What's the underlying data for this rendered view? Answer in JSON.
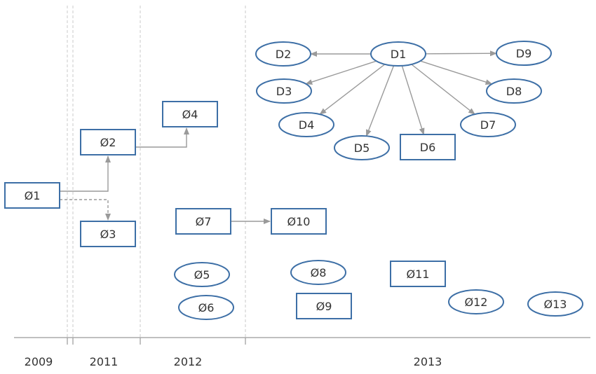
{
  "nodes": [
    {
      "id": "o1",
      "label": "Ø1",
      "shape": "rect"
    },
    {
      "id": "o2",
      "label": "Ø2",
      "shape": "rect"
    },
    {
      "id": "o3",
      "label": "Ø3",
      "shape": "rect"
    },
    {
      "id": "o4",
      "label": "Ø4",
      "shape": "rect"
    },
    {
      "id": "o5",
      "label": "Ø5",
      "shape": "ellipse"
    },
    {
      "id": "o6",
      "label": "Ø6",
      "shape": "ellipse"
    },
    {
      "id": "o7",
      "label": "Ø7",
      "shape": "rect"
    },
    {
      "id": "o8",
      "label": "Ø8",
      "shape": "ellipse"
    },
    {
      "id": "o9",
      "label": "Ø9",
      "shape": "rect"
    },
    {
      "id": "o10",
      "label": "Ø10",
      "shape": "rect"
    },
    {
      "id": "o11",
      "label": "Ø11",
      "shape": "rect"
    },
    {
      "id": "o12",
      "label": "Ø12",
      "shape": "ellipse"
    },
    {
      "id": "o13",
      "label": "Ø13",
      "shape": "ellipse"
    },
    {
      "id": "d1",
      "label": "D1",
      "shape": "ellipse"
    },
    {
      "id": "d2",
      "label": "D2",
      "shape": "ellipse"
    },
    {
      "id": "d3",
      "label": "D3",
      "shape": "ellipse"
    },
    {
      "id": "d4",
      "label": "D4",
      "shape": "ellipse"
    },
    {
      "id": "d5",
      "label": "D5",
      "shape": "ellipse"
    },
    {
      "id": "d6",
      "label": "D6",
      "shape": "rect"
    },
    {
      "id": "d7",
      "label": "D7",
      "shape": "ellipse"
    },
    {
      "id": "d8",
      "label": "D8",
      "shape": "ellipse"
    },
    {
      "id": "d9",
      "label": "D9",
      "shape": "ellipse"
    }
  ],
  "edges": [
    {
      "from": "o1",
      "to": "o2",
      "style": "solid"
    },
    {
      "from": "o1",
      "to": "o3",
      "style": "dashed"
    },
    {
      "from": "o2",
      "to": "o4",
      "style": "solid"
    },
    {
      "from": "o7",
      "to": "o10",
      "style": "solid"
    },
    {
      "from": "d1",
      "to": "d2",
      "style": "solid"
    },
    {
      "from": "d1",
      "to": "d3",
      "style": "solid"
    },
    {
      "from": "d1",
      "to": "d4",
      "style": "solid"
    },
    {
      "from": "d1",
      "to": "d5",
      "style": "solid"
    },
    {
      "from": "d1",
      "to": "d6",
      "style": "solid"
    },
    {
      "from": "d1",
      "to": "d7",
      "style": "solid"
    },
    {
      "from": "d1",
      "to": "d8",
      "style": "solid"
    },
    {
      "from": "d1",
      "to": "d9",
      "style": "solid"
    }
  ],
  "timeline": {
    "years": [
      "2009",
      "2011",
      "2012",
      "2013"
    ]
  },
  "colors": {
    "node_stroke": "#3d6fa6",
    "edge": "#9a9a9a",
    "text": "#333333"
  }
}
